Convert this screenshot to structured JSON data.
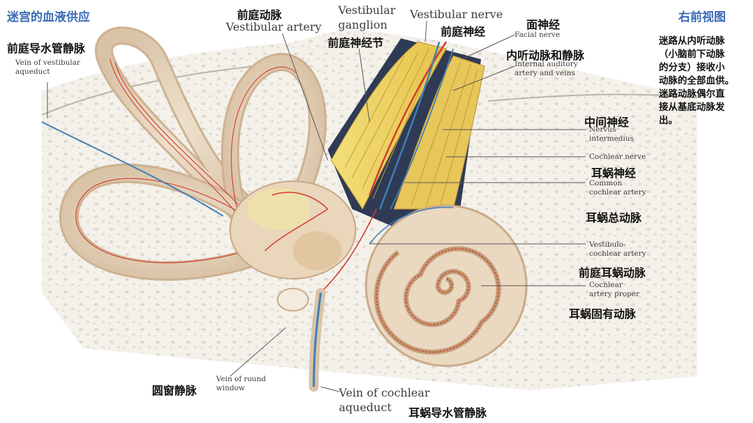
{
  "header": {
    "title": "迷宫的血液供应",
    "view_label": "右前视图"
  },
  "note": "迷路从内听动脉\n（小脑前下动脉\n的分支）接收小\n动脉的全部血供。\n迷路动脉偶尔直\n接从基底动脉发\n出。",
  "labels": {
    "vein_vestibular_aqueduct_cn": "前庭导水管静脉",
    "vein_vestibular_aqueduct_en": "Vein of vestibular\naqueduct",
    "vestibular_artery_cn": "前庭动脉",
    "vestibular_artery_en": "Vestibular artery",
    "vestibular_ganglion_en": "Vestibular\nganglion",
    "vestibular_ganglion_cn": "前庭神经节",
    "vestibular_nerve_en": "Vestibular nerve",
    "vestibular_nerve_cn": "前庭神经",
    "facial_nerve_cn": "面神经",
    "facial_nerve_en": "Facial nerve",
    "internal_auditory_cn": "内听动脉和静脉",
    "internal_auditory_en": "Internal auditory\nartery and veins",
    "nervus_intermedius_cn": "中间神经",
    "nervus_intermedius_en": "Nervus\nintermedius",
    "cochlear_nerve_en": "Cochlear nerve",
    "cochlear_nerve_cn": "耳蜗神经",
    "common_cochlear_artery_en": "Common\ncochlear artery",
    "common_cochlear_artery_cn": "耳蜗总动脉",
    "vestibulocochlear_artery_en": "Vestibulo-\ncochlear artery",
    "vestibulocochlear_artery_cn": "前庭耳蜗动脉",
    "cochlear_artery_proper_en": "Cochlear\nartery proper",
    "cochlear_artery_proper_cn": "耳蜗固有动脉",
    "vein_round_window_cn": "圆窗静脉",
    "vein_round_window_en": "Vein of round\nwindow",
    "vein_cochlear_aqueduct_en": "Vein of cochlear\naqueduct",
    "vein_cochlear_aqueduct_cn": "耳蜗导水管静脉"
  }
}
